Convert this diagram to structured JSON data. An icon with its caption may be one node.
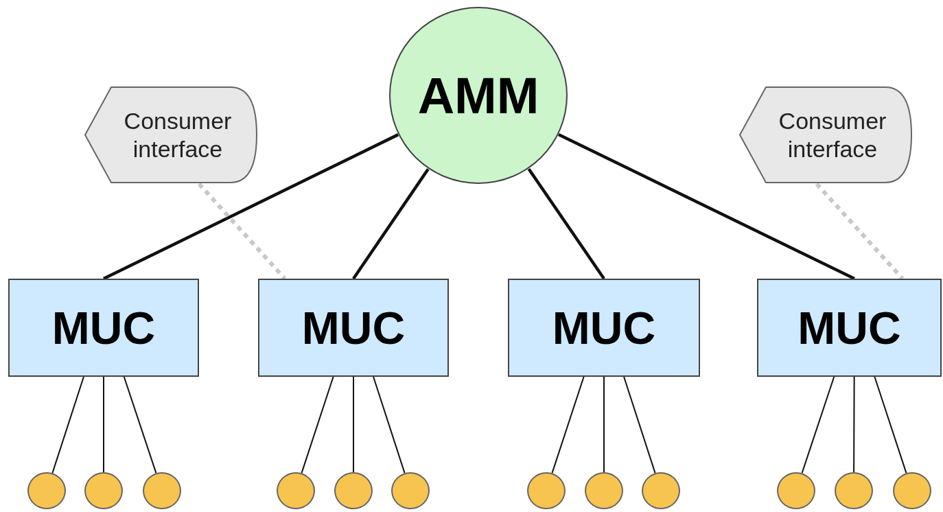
{
  "diagram": {
    "nodes": [
      {
        "text": [
          "Consumer interface"
        ]
      },
      {
        "text": [
          "AMM"
        ]
      },
      {
        "text": [
          "Consumer interface"
        ]
      },
      {
        "text": [
          "MUC"
        ]
      },
      {
        "text": [
          "MUC"
        ]
      },
      {
        "text": [
          "MUC"
        ]
      },
      {
        "text": [
          "MUC"
        ]
      },
      {
        "text": [],
        "shape": "circle"
      },
      {
        "text": [],
        "shape": "circle"
      },
      {
        "text": [],
        "shape": "circle"
      },
      {
        "text": [],
        "shape": "circle"
      },
      {
        "text": [],
        "shape": "circle"
      },
      {
        "text": [],
        "shape": "circle"
      },
      {
        "text": [],
        "shape": "circle"
      },
      {
        "text": [],
        "shape": "circle"
      },
      {
        "text": [],
        "shape": "circle"
      },
      {
        "text": [],
        "shape": "circle"
      },
      {
        "text": [],
        "shape": "circle"
      },
      {
        "text": [],
        "shape": "circle"
      }
    ],
    "edges": [
      {
        "from": 1,
        "to": 3,
        "arrow": "none",
        "style": "thick"
      },
      {
        "from": 1,
        "to": 4,
        "arrow": "none",
        "style": "thick"
      },
      {
        "from": 1,
        "to": 5,
        "arrow": "none",
        "style": "thick"
      },
      {
        "from": 1,
        "to": 6,
        "arrow": "none",
        "style": "thick"
      },
      {
        "from": 0,
        "to": 4,
        "arrow": "none",
        "style": "dashed",
        "color": "#c8c8c8"
      },
      {
        "from": 2,
        "to": 6,
        "arrow": "none",
        "style": "dashed",
        "color": "#c8c8c8"
      },
      {
        "from": 3,
        "to": 7,
        "arrow": "none"
      },
      {
        "from": 3,
        "to": 8,
        "arrow": "none"
      },
      {
        "from": 3,
        "to": 9,
        "arrow": "none"
      },
      {
        "from": 4,
        "to": 10,
        "arrow": "none"
      },
      {
        "from": 4,
        "to": 11,
        "arrow": "none"
      },
      {
        "from": 4,
        "to": 12,
        "arrow": "none"
      },
      {
        "from": 5,
        "to": 13,
        "arrow": "none"
      },
      {
        "from": 5,
        "to": 14,
        "arrow": "none"
      },
      {
        "from": 5,
        "to": 15,
        "arrow": "none"
      },
      {
        "from": 6,
        "to": 16,
        "arrow": "none"
      },
      {
        "from": 6,
        "to": 17,
        "arrow": "none"
      },
      {
        "from": 6,
        "to": 18,
        "arrow": "none"
      }
    ]
  }
}
